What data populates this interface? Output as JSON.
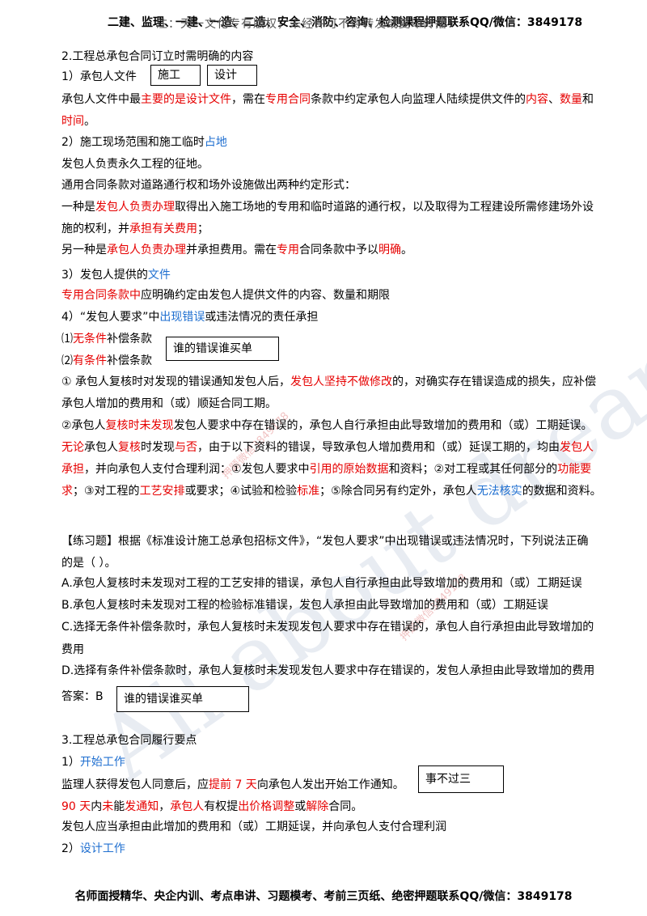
{
  "header": {
    "text": "二建、监理、一建、一造、二造、安全、消防、咨询、检测课程押题联系QQ/微信：3849178",
    "overlay": "注：天一文化专有版权，未经许可不得转发或复印传播！"
  },
  "watermark": {
    "main": "All about dreams",
    "contact1": "押题微信3849178",
    "contact2": "押题微信3849178"
  },
  "lines": [
    [
      {
        "t": "2.工程总承包合同订立时需明确的内容"
      }
    ],
    [
      {
        "t": "1）承包人文件"
      }
    ],
    [
      {
        "t": "承包人文件中最"
      },
      {
        "t": "主要的是设计文件",
        "c": "r"
      },
      {
        "t": "，需在"
      },
      {
        "t": "专用合同",
        "c": "r"
      },
      {
        "t": "条款中约定承包人向监理人陆续提供文件的"
      },
      {
        "t": "内容",
        "c": "r"
      },
      {
        "t": "、"
      },
      {
        "t": "数量",
        "c": "r"
      },
      {
        "t": "和"
      }
    ],
    [
      {
        "t": "时间",
        "c": "r"
      },
      {
        "t": "。"
      }
    ],
    [
      {
        "t": "2）施工现场范围和施工临时"
      },
      {
        "t": "占地",
        "c": "b"
      }
    ],
    [
      {
        "t": "发包人负责永久工程的征地。"
      }
    ],
    [
      {
        "t": "通用合同条款对道路通行权和场外设施做出两种约定形式："
      }
    ],
    [
      {
        "t": "一种是"
      },
      {
        "t": "发包人负责办理",
        "c": "r"
      },
      {
        "t": "取得出入施工场地的专用和临时道路的通行权，以及取得为工程建设所需修建场外设"
      }
    ],
    [
      {
        "t": "施的权利，并"
      },
      {
        "t": "承担有关费用",
        "c": "r"
      },
      {
        "t": "；"
      }
    ],
    [
      {
        "t": "另一种是"
      },
      {
        "t": "承包人负责办理",
        "c": "r"
      },
      {
        "t": "并承担费用。需在"
      },
      {
        "t": "专用",
        "c": "r"
      },
      {
        "t": "合同条款中予以"
      },
      {
        "t": "明确",
        "c": "r"
      },
      {
        "t": "。"
      }
    ],
    [
      {
        "t": "3）发包人提供的"
      },
      {
        "t": "文件",
        "c": "b"
      }
    ],
    [
      {
        "t": "专用合同条款中",
        "c": "r"
      },
      {
        "t": "应明确约定由发包人提供文件的内容、数量和期限"
      }
    ],
    [
      {
        "t": "4）“发包人要求”中"
      },
      {
        "t": "出现错误",
        "c": "b"
      },
      {
        "t": "或违法情况的责任承担"
      }
    ],
    [
      {
        "t": "⑴"
      },
      {
        "t": "无条件",
        "c": "r"
      },
      {
        "t": "补偿条款"
      }
    ],
    [
      {
        "t": "⑵"
      },
      {
        "t": "有条件",
        "c": "r"
      },
      {
        "t": "补偿条款"
      }
    ],
    [
      {
        "t": "① 承包人复核时对发现的错误通知发包人后，"
      },
      {
        "t": "发包人坚持不做修改",
        "c": "r"
      },
      {
        "t": "的，对确实存在错误造成的损失，应补偿"
      }
    ],
    [
      {
        "t": "承包人增加的费用和（或）顺延合同工期。"
      }
    ],
    [
      {
        "t": "②承包人"
      },
      {
        "t": "复核时未发现",
        "c": "r"
      },
      {
        "t": "发包人要求中存在错误的，承包人自行承担由此导致增加的费用和（或）工期延误。"
      }
    ],
    [
      {
        "t": "无论",
        "c": "r"
      },
      {
        "t": "承包人"
      },
      {
        "t": "复核",
        "c": "r"
      },
      {
        "t": "时发现"
      },
      {
        "t": "与否",
        "c": "r"
      },
      {
        "t": "，由于以下资料的错误，导致承包人增加费用和（或）延误工期的，均由"
      },
      {
        "t": "发包人",
        "c": "r"
      }
    ],
    [
      {
        "t": "承担",
        "c": "r"
      },
      {
        "t": "，并向承包人支付合理利润：①发包人要求中"
      },
      {
        "t": "引用的原始数据",
        "c": "r"
      },
      {
        "t": "和资料；②对工程或其任何部分的"
      },
      {
        "t": "功能要",
        "c": "r"
      }
    ],
    [
      {
        "t": "求",
        "c": "r"
      },
      {
        "t": "；③对工程的"
      },
      {
        "t": "工艺安排",
        "c": "r"
      },
      {
        "t": "或要求；④试验和检验"
      },
      {
        "t": "标准",
        "c": "r"
      },
      {
        "t": "；⑤除合同另有约定外，承包人"
      },
      {
        "t": "无法核实",
        "c": "b"
      },
      {
        "t": "的数据和资料。"
      }
    ],
    [
      {
        "t": "【练习题】根据《标准设计施工总承包招标文件》，“发包人要求”中出现错误或违法情况时，下列说法正确"
      }
    ],
    [
      {
        "t": "的是（  ）。"
      }
    ],
    [
      {
        "t": "A.承包人复核时未发现对工程的工艺安排的错误，承包人自行承担由此导致增加的费用和（或）工期延误"
      }
    ],
    [
      {
        "t": "B.承包人复核时未发现对工程的检验标准错误，发包人承担由此导致增加的费用和（或）工期延误"
      }
    ],
    [
      {
        "t": "C.选择无条件补偿条款时，承包人复核时未发现发包人要求中存在错误的，承包人自行承担由此导致增加的"
      }
    ],
    [
      {
        "t": "费用"
      }
    ],
    [
      {
        "t": "D.选择有条件补偿条款时，承包人复核时未发现发包人要求中存在错误的，发包人承担由此导致增加的费用"
      }
    ],
    [
      {
        "t": "答案：B"
      }
    ],
    [
      {
        "t": "3.工程总承包合同履行要点"
      }
    ],
    [
      {
        "t": "1）"
      },
      {
        "t": "开始工作",
        "c": "b"
      }
    ],
    [
      {
        "t": "监理人获得发包人同意后，应"
      },
      {
        "t": "提前 7 天",
        "c": "r"
      },
      {
        "t": "向承包人发出开始工作通知。"
      }
    ],
    [
      {
        "t": "90 天",
        "c": "r"
      },
      {
        "t": "内"
      },
      {
        "t": "未",
        "c": "r"
      },
      {
        "t": "能"
      },
      {
        "t": "发通知",
        "c": "r"
      },
      {
        "t": "，"
      },
      {
        "t": "承包人",
        "c": "r"
      },
      {
        "t": "有权提"
      },
      {
        "t": "出价格调整",
        "c": "r"
      },
      {
        "t": "或"
      },
      {
        "t": "解除",
        "c": "r"
      },
      {
        "t": "合同。"
      }
    ],
    [
      {
        "t": "发包人应当承担由此增加的费用和（或）工期延误，并向承包人支付合理利润"
      }
    ],
    [
      {
        "t": "2）"
      },
      {
        "t": "设计工作",
        "c": "b"
      }
    ]
  ],
  "boxes": {
    "b1": "施工",
    "b2": "设计",
    "b3": "谁的错误谁买单",
    "b4": "谁的错误谁买单",
    "b5": "事不过三"
  },
  "footer": "名师面授精华、央企内训、考点串讲、习题模考、考前三页纸、绝密押题联系QQ/微信：3849178"
}
